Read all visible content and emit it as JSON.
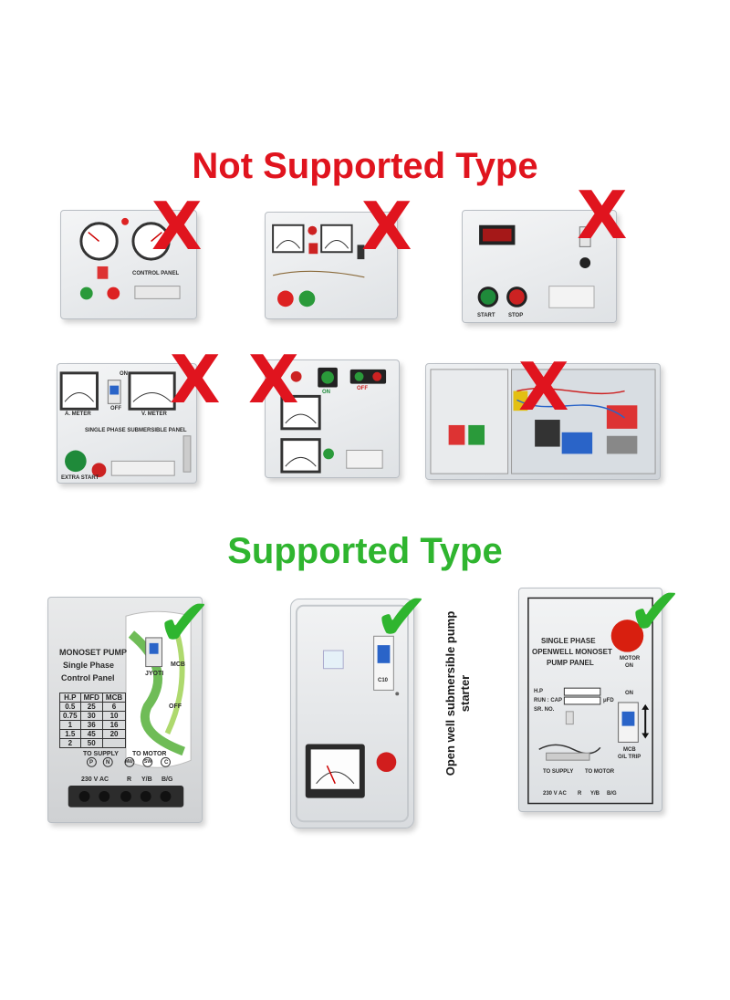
{
  "headings": {
    "not_supported": "Not Supported Type",
    "supported": "Supported Type"
  },
  "colors": {
    "not_supported_heading": "#e0141e",
    "supported_heading": "#2fb52f",
    "x_mark": "#e0141e",
    "check_mark": "#2fb52f"
  },
  "icons": {
    "reject": "x-mark-icon",
    "accept": "check-mark-icon"
  },
  "marks": {
    "reject": "X",
    "accept": "✔"
  },
  "not_supported_panels": [
    {
      "name": "dual-meter-control-panel",
      "labels": {
        "title": "CONTROL PANEL"
      }
    },
    {
      "name": "dual-meter-boxed-panel",
      "labels": {}
    },
    {
      "name": "digital-display-panel",
      "labels": {
        "start": "START",
        "stop": "STOP"
      }
    },
    {
      "name": "single-phase-submersible-panel",
      "labels": {
        "a_meter": "A. METER",
        "v_meter": "V. METER",
        "on": "ON",
        "off": "OFF",
        "title": "SINGLE PHASE SUBMERSIBLE PANEL",
        "extra_start": "EXTRA START"
      }
    },
    {
      "name": "indicator-lamp-panel",
      "labels": {
        "on": "ON",
        "off": "OFF"
      }
    },
    {
      "name": "open-enclosure-panel",
      "labels": {}
    }
  ],
  "supported_panels": {
    "monoset": {
      "title_1": "MONOSET PUMP",
      "title_2": "Single Phase",
      "title_3": "Control Panel",
      "table_headers": [
        "H.P",
        "MFD",
        "MCB"
      ],
      "table_rows": [
        [
          "0.5",
          "25",
          "6"
        ],
        [
          "0.75",
          "30",
          "10"
        ],
        [
          "1",
          "36",
          "16"
        ],
        [
          "1.5",
          "45",
          "20"
        ],
        [
          "2",
          "50",
          ""
        ]
      ],
      "brand": "JYOTI",
      "mcb": "MCB",
      "off": "OFF",
      "to_supply": "TO SUPPLY",
      "to_motor": "TO MOTOR",
      "supply_terminals": [
        "P",
        "N"
      ],
      "motor_terminals": [
        "MW",
        "SW",
        "C"
      ],
      "supply_voltage": "230 V AC",
      "motor_phases": [
        "R",
        "Y/B",
        "B/G"
      ]
    },
    "metered": {
      "breaker_label": "C10"
    },
    "openwell": {
      "title_1": "SINGLE PHASE",
      "title_2": "OPENWELL MONOSET",
      "title_3": "PUMP PANEL",
      "motor": "MOTOR",
      "motor_on": "ON",
      "on": "ON",
      "hp": "H.P",
      "run_cap": "RUN : CAP",
      "mfd_unit": "μFD",
      "sr_no": "SR. NO.",
      "mcb": "MCB",
      "ol_trip": "O/L TRIP",
      "to_supply": "TO SUPPLY",
      "to_motor": "TO MOTOR",
      "supply_voltage": "230 V AC",
      "motor_phases": [
        "R",
        "Y/B",
        "B/G"
      ]
    }
  },
  "side_label": "Open well submersible pump starter"
}
